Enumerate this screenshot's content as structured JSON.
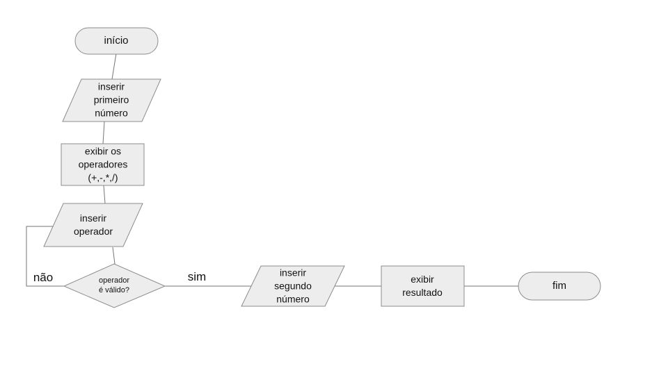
{
  "diagram": {
    "type": "flowchart",
    "language": "pt",
    "colors": {
      "background": "#ffffff",
      "node_fill": "#ededed",
      "node_stroke": "#8c8c8c",
      "line_color": "#757575",
      "text_color": "#111111"
    },
    "nodes": {
      "start": {
        "type": "terminator",
        "label": "início"
      },
      "input_first": {
        "type": "parallelogram",
        "label": "inserir\nprimeiro\nnúmero"
      },
      "show_operators": {
        "type": "process",
        "label": "exibir os\noperadores\n(+,-,*,/)"
      },
      "input_operator": {
        "type": "parallelogram",
        "label": "inserir\noperador"
      },
      "decision_valid": {
        "type": "decision",
        "label": "operador\né válido?"
      },
      "input_second": {
        "type": "parallelogram",
        "label": "inserir\nsegundo\nnúmero"
      },
      "show_result": {
        "type": "process",
        "label": "exibir\nresultado"
      },
      "end": {
        "type": "terminator",
        "label": "fim"
      }
    },
    "edge_labels": {
      "no": "não",
      "yes": "sim"
    }
  }
}
